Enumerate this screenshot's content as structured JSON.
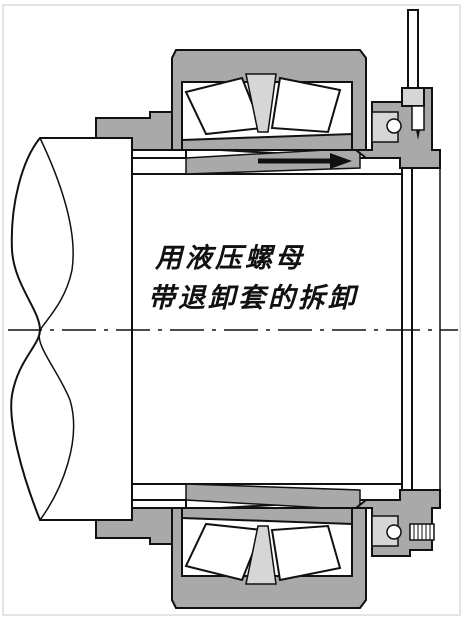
{
  "caption": {
    "line1": "用液压螺母",
    "line2": "带退卸套的拆卸"
  },
  "colors": {
    "outline": "#111111",
    "part_fill": "#a9a9a9",
    "light_fill": "#d6d6d6",
    "background": "#ffffff",
    "arrow": "#111111"
  },
  "icons": {
    "force_direction": "right-arrow"
  }
}
